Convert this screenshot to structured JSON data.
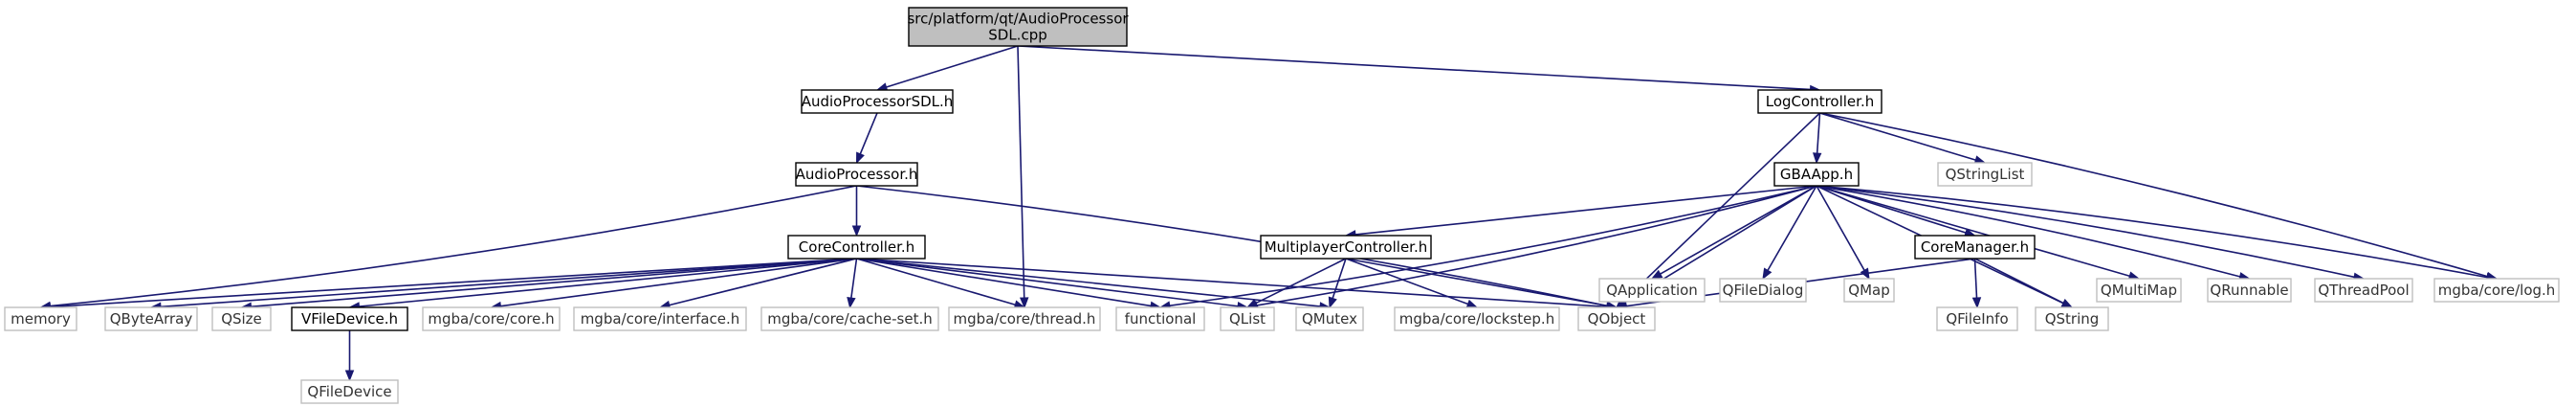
{
  "colors": {
    "edge": "#191970",
    "root_fill": "#bfbfbf",
    "project_border": "#000000",
    "external_border": "#bfbfbf",
    "external_text": "#333333"
  },
  "nodes": [
    {
      "id": "root",
      "label": "src/platform/qt/AudioProcessor\nSDL.cpp",
      "kind": "root"
    },
    {
      "id": "apsdl",
      "label": "AudioProcessorSDL.h",
      "kind": "project"
    },
    {
      "id": "logc",
      "label": "LogController.h",
      "kind": "project"
    },
    {
      "id": "ap",
      "label": "AudioProcessor.h",
      "kind": "project"
    },
    {
      "id": "qstringlist",
      "label": "QStringList",
      "kind": "external"
    },
    {
      "id": "gbaapp",
      "label": "GBAApp.h",
      "kind": "project"
    },
    {
      "id": "corec",
      "label": "CoreController.h",
      "kind": "project"
    },
    {
      "id": "mpc",
      "label": "MultiplayerController.h",
      "kind": "project"
    },
    {
      "id": "qapplication",
      "label": "QApplication",
      "kind": "external"
    },
    {
      "id": "qfiledialog",
      "label": "QFileDialog",
      "kind": "external"
    },
    {
      "id": "qmap",
      "label": "QMap",
      "kind": "external"
    },
    {
      "id": "corem",
      "label": "CoreManager.h",
      "kind": "project"
    },
    {
      "id": "qmultimap",
      "label": "QMultiMap",
      "kind": "external"
    },
    {
      "id": "qrunnable",
      "label": "QRunnable",
      "kind": "external"
    },
    {
      "id": "qthreadpool",
      "label": "QThreadPool",
      "kind": "external"
    },
    {
      "id": "corelog",
      "label": "mgba/core/log.h",
      "kind": "external"
    },
    {
      "id": "memory",
      "label": "memory",
      "kind": "external"
    },
    {
      "id": "qbytearray",
      "label": "QByteArray",
      "kind": "external"
    },
    {
      "id": "qsize",
      "label": "QSize",
      "kind": "external"
    },
    {
      "id": "vfiledevice",
      "label": "VFileDevice.h",
      "kind": "project"
    },
    {
      "id": "corecore",
      "label": "mgba/core/core.h",
      "kind": "external"
    },
    {
      "id": "coreinterface",
      "label": "mgba/core/interface.h",
      "kind": "external"
    },
    {
      "id": "corecacheset",
      "label": "mgba/core/cache-set.h",
      "kind": "external"
    },
    {
      "id": "corethread",
      "label": "mgba/core/thread.h",
      "kind": "external"
    },
    {
      "id": "functional",
      "label": "functional",
      "kind": "external"
    },
    {
      "id": "qlist",
      "label": "QList",
      "kind": "external"
    },
    {
      "id": "qmutex",
      "label": "QMutex",
      "kind": "external"
    },
    {
      "id": "corelockstep",
      "label": "mgba/core/lockstep.h",
      "kind": "external"
    },
    {
      "id": "qobject",
      "label": "QObject",
      "kind": "external"
    },
    {
      "id": "qfileinfo",
      "label": "QFileInfo",
      "kind": "external"
    },
    {
      "id": "qstring",
      "label": "QString",
      "kind": "external"
    },
    {
      "id": "qfiledevice",
      "label": "QFileDevice",
      "kind": "external"
    }
  ],
  "edges": [
    [
      "root",
      "apsdl"
    ],
    [
      "root",
      "logc"
    ],
    [
      "root",
      "corethread"
    ],
    [
      "apsdl",
      "ap"
    ],
    [
      "ap",
      "corec"
    ],
    [
      "ap",
      "memory"
    ],
    [
      "ap",
      "qobject"
    ],
    [
      "logc",
      "gbaapp"
    ],
    [
      "logc",
      "qstringlist"
    ],
    [
      "logc",
      "qobject"
    ],
    [
      "logc",
      "corelog"
    ],
    [
      "gbaapp",
      "qapplication"
    ],
    [
      "gbaapp",
      "qfiledialog"
    ],
    [
      "gbaapp",
      "qmap"
    ],
    [
      "gbaapp",
      "corem"
    ],
    [
      "gbaapp",
      "mpc"
    ],
    [
      "gbaapp",
      "qmultimap"
    ],
    [
      "gbaapp",
      "qrunnable"
    ],
    [
      "gbaapp",
      "qthreadpool"
    ],
    [
      "gbaapp",
      "corelog"
    ],
    [
      "gbaapp",
      "qstring"
    ],
    [
      "gbaapp",
      "qobject"
    ],
    [
      "gbaapp",
      "qlist"
    ],
    [
      "gbaapp",
      "functional"
    ],
    [
      "corec",
      "memory"
    ],
    [
      "corec",
      "qbytearray"
    ],
    [
      "corec",
      "qsize"
    ],
    [
      "corec",
      "vfiledevice"
    ],
    [
      "corec",
      "corecore"
    ],
    [
      "corec",
      "coreinterface"
    ],
    [
      "corec",
      "corecacheset"
    ],
    [
      "corec",
      "corethread"
    ],
    [
      "corec",
      "functional"
    ],
    [
      "corec",
      "qlist"
    ],
    [
      "corec",
      "qmutex"
    ],
    [
      "corec",
      "qobject"
    ],
    [
      "mpc",
      "corelockstep"
    ],
    [
      "mpc",
      "qlist"
    ],
    [
      "mpc",
      "qmutex"
    ],
    [
      "mpc",
      "qobject"
    ],
    [
      "corem",
      "qfileinfo"
    ],
    [
      "corem",
      "qstring"
    ],
    [
      "corem",
      "qobject"
    ],
    [
      "vfiledevice",
      "qfiledevice"
    ]
  ]
}
